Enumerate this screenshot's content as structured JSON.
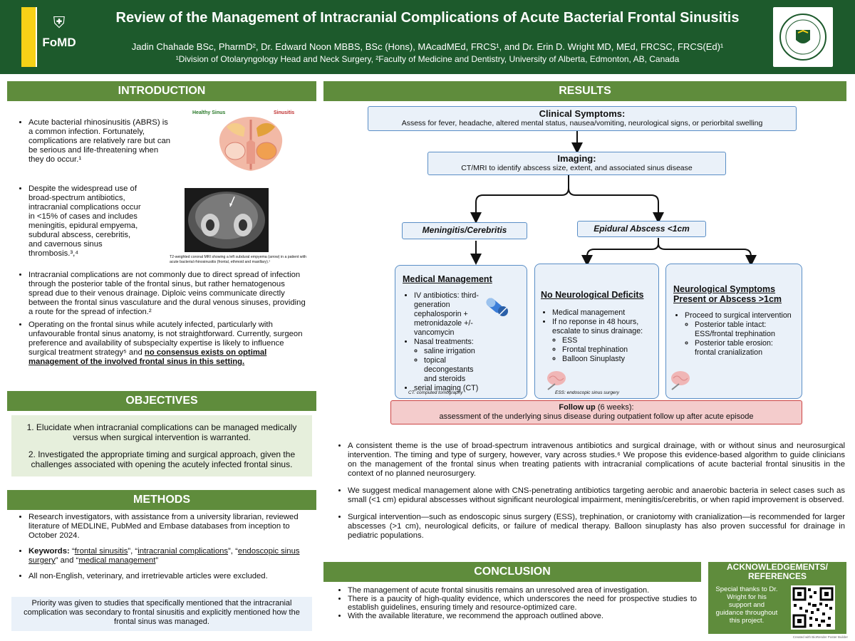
{
  "header": {
    "title": "Review of the Management of Intracranial Complications of Acute Bacterial Frontal Sinusitis",
    "authors": "Jadin Chahade BSc, PharmD², Dr. Edward Noon MBBS, BSc (Hons), MAcadMEd, FRCS¹, and Dr. Erin D. Wright MD, MEd, FRCSC, FRCS(Ed)¹",
    "affiliations": "¹Division of Otolaryngology Head and Neck Surgery, ²Faculty of Medicine and Dentistry, University of Alberta, Edmonton, AB, Canada",
    "logo_text": "FoMD",
    "colors": {
      "header_bg": "#1d5a2c",
      "accent_yellow": "#f7d117",
      "section_bar": "#5f8c3c"
    }
  },
  "introduction": {
    "heading": "INTRODUCTION",
    "b1": "Acute bacterial rhinosinusitis (ABRS) is a common infection.  Fortunately, complications are relatively rare but can be serious and life-threatening when they do occur.¹",
    "b2": "Despite the widespread use of broad-spectrum antibiotics, intracranial complications occur in <15% of cases and includes meningitis, epidural empyema,  subdural abscess, cerebritis, and cavernous sinus thrombosis.³,⁴",
    "b3": "Intracranial complications are not commonly due to direct spread of infection through the posterior table of the frontal sinus, but rather hematogenous spread due to their venous drainage. Diploic veins communicate directly between the frontal sinus vasculature and the dural venous sinuses, providing a route for the spread of infection.²",
    "b4_pre": "Operating on the frontal sinus while acutely infected, particularly with unfavourable frontal sinus anatomy, is not straightforward. Currently, surgeon preference and availability of subspecialty expertise is likely to influence surgical treatment strategy⁵ and ",
    "b4_emph": "no consensus exists on optimal management of the involved frontal sinus in this setting.",
    "fig1_left": "Healthy Sinus",
    "fig1_right": "Sinusitis",
    "mri_caption": "T2-weighted coronal MRI showing a left subdural empyema (arrow) in a patient with acute bacterial rhinosinusitis (frontal, ethmoid and maxillary).¹"
  },
  "objectives": {
    "heading": "OBJECTIVES",
    "o1": "1. Elucidate when intracranial complications can be managed medically versus when surgical intervention is warranted.",
    "o2": "2.  Investigated the appropriate timing and surgical approach, given the challenges associated with opening the acutely infected frontal sinus."
  },
  "methods": {
    "heading": "METHODS",
    "m1": "Research investigators, with assistance from a university librarian, reviewed literature of MEDLINE, PubMed and Embase databases from inception to October 2024.",
    "kw_label": "Keywords:",
    "kw1": "frontal sinusitis",
    "kw2": "intracranial complications",
    "kw3": "endoscopic sinus surgery",
    "kw4": "medical management",
    "m3": "All non-English, veterinary, and irretrievable articles were excluded.",
    "priority": "Priority was given to studies that specifically mentioned that the intracranial complication was secondary to frontal sinusitis and explicitly mentioned how the frontal sinus was managed."
  },
  "results": {
    "heading": "RESULTS",
    "clinical_title": "Clinical Symptoms:",
    "clinical_text": "Assess for fever, headache, altered mental status, nausea/vomiting, neurological signs, or periorbital swelling",
    "imaging_title": "Imaging:",
    "imaging_text": "CT/MRI to identify abscess size, extent, and associated sinus disease",
    "mening": "Meningitis/Cerebritis",
    "epidural": "Epidural Abscess <1cm",
    "med_title": "Medical Management",
    "med_iv": "IV antibiotics: third-generation cephalosporin + metronidazole +/- vancomycin",
    "med_nasal": "Nasal treatments:",
    "med_saline": "saline irrigation",
    "med_topical": "topical decongestants and steroids",
    "med_serial": "serial imaging (CT)",
    "med_foot": "CT: computed tomography",
    "noneuro_title": "No Neurological Deficits",
    "nn1": "Medical management",
    "nn2": "If no reponse in 48 hours, escalate to sinus drainage:",
    "nn_ess": "ESS",
    "nn_tre": "Frontal trephination",
    "nn_bal": "Balloon Sinuplasty",
    "nn_foot": "ESS: endoscopic sinus surgery",
    "neuro_title": "Neurological Symptoms Present or Abscess >1cm",
    "ne1": "Proceed to surgical intervention",
    "ne2": "Posterior table intact: ESS/frontal trephination",
    "ne3": "Posterior table erosion: frontal cranialization",
    "follow_title": "Follow up",
    "follow_weeks": "(6 weeks):",
    "follow_text": "assessment of the underlying sinus disease during outpatient follow up after acute episode",
    "p1": "A consistent theme is  the use of broad-spectrum intravenous antibiotics and surgical drainage, with or without sinus and neurosurgical intervention. The timing and type of  surgery, however, vary across studies.⁶ We propose this evidence-based algorithm to guide clinicians on the management of the frontal sinus when treating patients with intracranial complications of acute bacterial frontal sinusitis in the context of no planned neurosurgery.",
    "p2": "We suggest medical management alone with CNS-penetrating antibiotics targeting aerobic and anaerobic bacteria  in select cases such as small (<1 cm) epidural abscesses without significant neurological impairment, meningitis/cerebritis, or when rapid improvement is observed.",
    "p3": "Surgical intervention—such as endoscopic sinus surgery (ESS), trephination, or craniotomy with cranialization—is recommended for larger abscesses (>1 cm),  neurological deficits, or failure of medical therapy. Balloon sinuplasty has also proven successful for drainage in pediatric populations."
  },
  "conclusion": {
    "heading": "CONCLUSION",
    "c1": "The management of acute frontal sinusitis remains an unresolved area of investigation.",
    "c2": "There is a paucity of high-quality evidence, which underscores the need for prospective studies to establish guidelines, ensuring timely and resource-optimized care.",
    "c3": "With the available literature, we  recommend the approach outlined above."
  },
  "ack": {
    "heading": "ACKNOWLEDGEMENTS/ REFERENCES",
    "text": "Special thanks to Dr. Wright for his support and guidance throughout this project."
  },
  "footer": "Created with BioRender Poster Builder"
}
